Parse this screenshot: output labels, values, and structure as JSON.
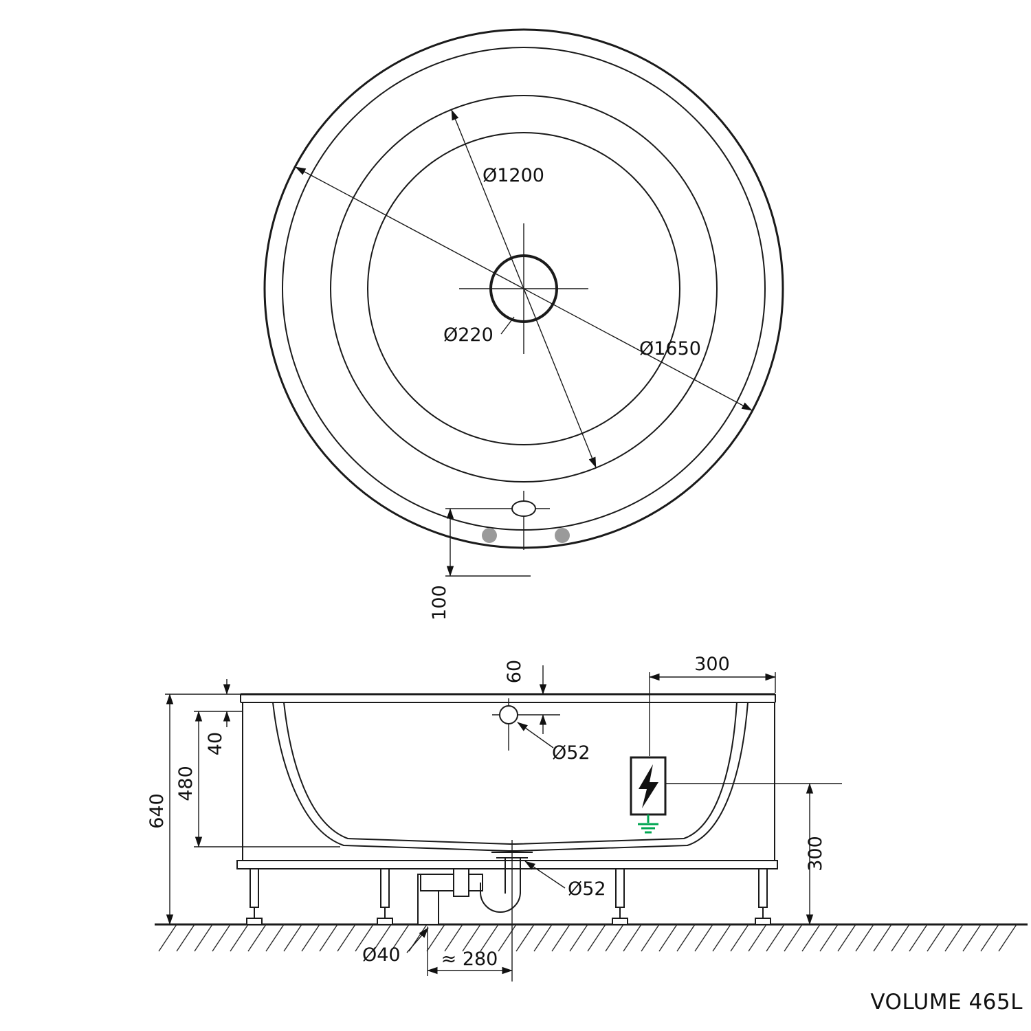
{
  "drawing": {
    "top_view": {
      "dia_inner": "Ø1200",
      "dia_center": "Ø220",
      "dia_outer": "Ø1650",
      "offset_bottom": "100"
    },
    "side_view": {
      "overflow_depth": "60",
      "top_width": "300",
      "rim_height": "40",
      "inner_depth": "480",
      "total_height": "640",
      "overflow_dia": "Ø52",
      "outlet_height": "300",
      "drain_dia": "Ø52",
      "pipe_dia": "Ø40",
      "drain_offset": "≈ 280"
    },
    "volume_label": "VOLUME 465L",
    "colors": {
      "line": "#1a1a1a",
      "tub_fill": "#ececec",
      "jet_fill": "#9a9a9a",
      "ground_green": "#00a651"
    }
  }
}
